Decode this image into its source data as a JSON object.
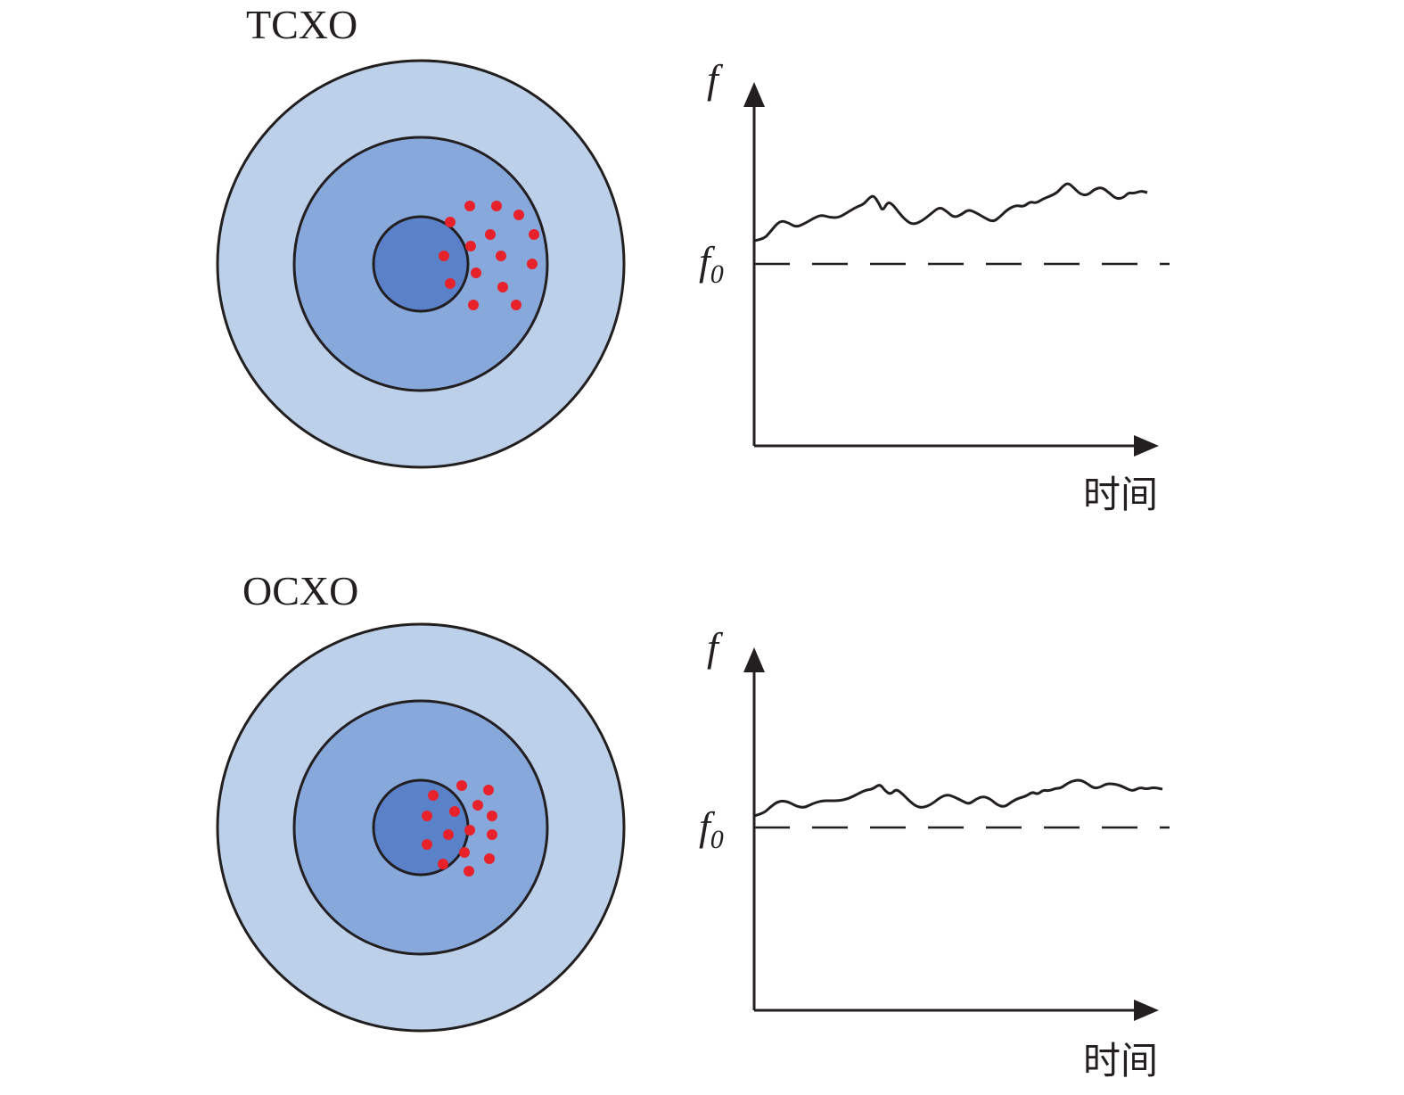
{
  "colors": {
    "outer_ring": "#bcd0e9",
    "middle_ring": "#87a8da",
    "inner_core": "#5a82c9",
    "heat_dots": "#e8222b",
    "ink": "#231f20"
  },
  "panels": [
    {
      "label": "TCXO",
      "y_axis_label": "f",
      "ref_label_main": "f",
      "ref_label_sub": "0",
      "x_axis_label": "时间"
    },
    {
      "label": "OCXO",
      "y_axis_label": "f",
      "ref_label_main": "f",
      "ref_label_sub": "0",
      "x_axis_label": "时间"
    }
  ]
}
